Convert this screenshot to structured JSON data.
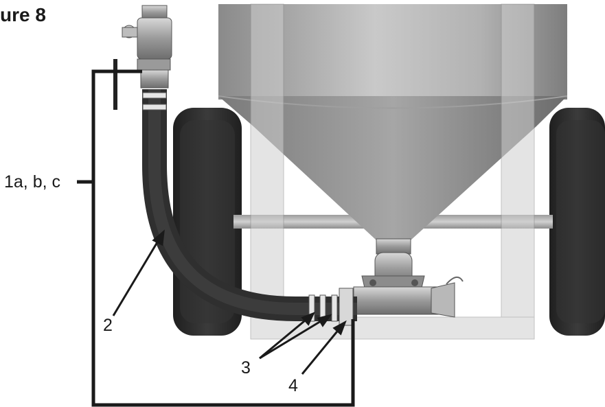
{
  "figure": {
    "title": "ure 8"
  },
  "callouts": [
    {
      "id": "1abc",
      "label": "1a, b, c"
    },
    {
      "id": "2",
      "label": "2"
    },
    {
      "id": "3",
      "label": "3"
    },
    {
      "id": "4",
      "label": "4"
    }
  ],
  "colors": {
    "leader_line": "#1a1a1a",
    "hose": "#3a3a3a",
    "tank": "#a9a9a9",
    "frame": "#bdbdbd",
    "tire": "#2e2e2e"
  }
}
